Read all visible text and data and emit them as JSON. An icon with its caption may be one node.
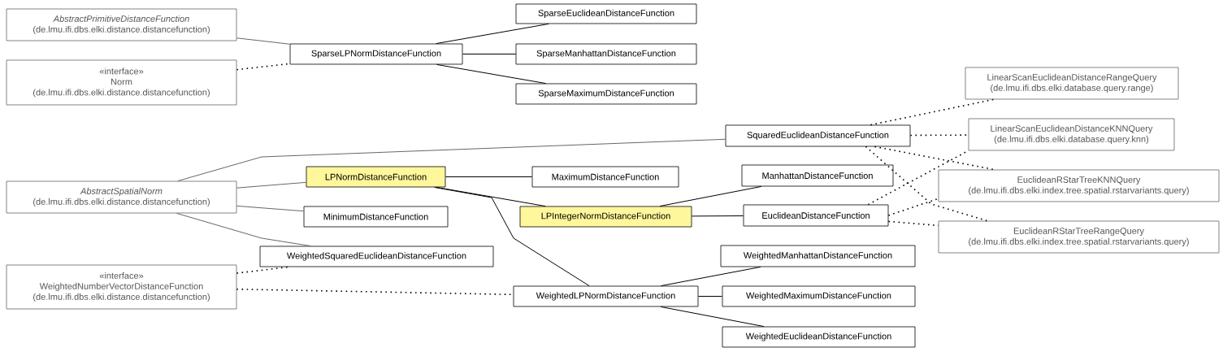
{
  "diagram": {
    "nodes": [
      {
        "text": [
          "AbstractPrimitiveDistanceFunction",
          "(de.lmu.ifi.dbs.elki.distance.distancefunction)"
        ]
      },
      {
        "text": [
          "«interface»",
          "Norm",
          "(de.lmu.ifi.dbs.elki.distance.distancefunction)"
        ]
      },
      {
        "text": [
          "SparseLPNormDistanceFunction"
        ]
      },
      {
        "text": [
          "SparseEuclideanDistanceFunction"
        ]
      },
      {
        "text": [
          "SparseManhattanDistanceFunction"
        ]
      },
      {
        "text": [
          "SparseMaximumDistanceFunction"
        ]
      },
      {
        "text": [
          "LinearScanEuclideanDistanceRangeQuery",
          "(de.lmu.ifi.dbs.elki.database.query.range)"
        ]
      },
      {
        "text": [
          "SquaredEuclideanDistanceFunction"
        ]
      },
      {
        "text": [
          "LinearScanEuclideanDistanceKNNQuery",
          "(de.lmu.ifi.dbs.elki.database.query.knn)"
        ]
      },
      {
        "text": [
          "AbstractSpatialNorm",
          "(de.lmu.ifi.dbs.elki.distance.distancefunction)"
        ]
      },
      {
        "text": [
          "LPNormDistanceFunction"
        ]
      },
      {
        "text": [
          "MaximumDistanceFunction"
        ]
      },
      {
        "text": [
          "ManhattanDistanceFunction"
        ]
      },
      {
        "text": [
          "EuclideanRStarTreeKNNQuery",
          "(de.lmu.ifi.dbs.elki.index.tree.spatial.rstarvariants.query)"
        ]
      },
      {
        "text": [
          "MinimumDistanceFunction"
        ]
      },
      {
        "text": [
          "LPIntegerNormDistanceFunction"
        ]
      },
      {
        "text": [
          "EuclideanDistanceFunction"
        ]
      },
      {
        "text": [
          "EuclideanRStarTreeRangeQuery",
          "(de.lmu.ifi.dbs.elki.index.tree.spatial.rstarvariants.query)"
        ]
      },
      {
        "text": [
          "WeightedSquaredEuclideanDistanceFunction"
        ]
      },
      {
        "text": [
          "«interface»",
          "WeightedNumberVectorDistanceFunction",
          "(de.lmu.ifi.dbs.elki.distance.distancefunction)"
        ]
      },
      {
        "text": [
          "WeightedManhattanDistanceFunction"
        ]
      },
      {
        "text": [
          "WeightedLPNormDistanceFunction"
        ]
      },
      {
        "text": [
          "WeightedMaximumDistanceFunction"
        ]
      },
      {
        "text": [
          "WeightedEuclideanDistanceFunction"
        ]
      }
    ],
    "edges": [
      {
        "from": 0,
        "to": 2,
        "arrow": "none",
        "color": "#666666"
      },
      {
        "from": 1,
        "to": 2,
        "arrow": "none",
        "style": "dashed"
      },
      {
        "from": 2,
        "to": 3,
        "arrow": "none"
      },
      {
        "from": 2,
        "to": 4,
        "arrow": "none"
      },
      {
        "from": 2,
        "to": 5,
        "arrow": "none"
      },
      {
        "from": 9,
        "to": 7,
        "arrow": "none",
        "color": "#666666"
      },
      {
        "from": 9,
        "to": 10,
        "arrow": "none",
        "color": "#666666"
      },
      {
        "from": 9,
        "to": 14,
        "arrow": "none",
        "color": "#666666"
      },
      {
        "from": 9,
        "to": 18,
        "arrow": "none",
        "color": "#666666"
      },
      {
        "from": 10,
        "to": 11,
        "arrow": "none"
      },
      {
        "from": 10,
        "to": 15,
        "arrow": "none"
      },
      {
        "from": 10,
        "to": 21,
        "arrow": "none"
      },
      {
        "from": 15,
        "to": 12,
        "arrow": "none"
      },
      {
        "from": 15,
        "to": 16,
        "arrow": "none"
      },
      {
        "from": 7,
        "to": 6,
        "arrow": "none",
        "style": "dashed"
      },
      {
        "from": 7,
        "to": 8,
        "arrow": "none",
        "style": "dashed"
      },
      {
        "from": 7,
        "to": 13,
        "arrow": "none",
        "style": "dashed"
      },
      {
        "from": 7,
        "to": 17,
        "arrow": "none",
        "style": "dashed"
      },
      {
        "from": 16,
        "to": 8,
        "arrow": "none",
        "style": "dashed"
      },
      {
        "from": 16,
        "to": 13,
        "arrow": "none",
        "style": "dashed"
      },
      {
        "from": 16,
        "to": 17,
        "arrow": "none",
        "style": "dashed"
      },
      {
        "from": 19,
        "to": 18,
        "arrow": "none",
        "style": "dashed"
      },
      {
        "from": 19,
        "to": 21,
        "arrow": "none",
        "style": "dashed"
      },
      {
        "from": 21,
        "to": 20,
        "arrow": "none"
      },
      {
        "from": 21,
        "to": 22,
        "arrow": "none"
      },
      {
        "from": 21,
        "to": 23,
        "arrow": "none"
      }
    ]
  }
}
